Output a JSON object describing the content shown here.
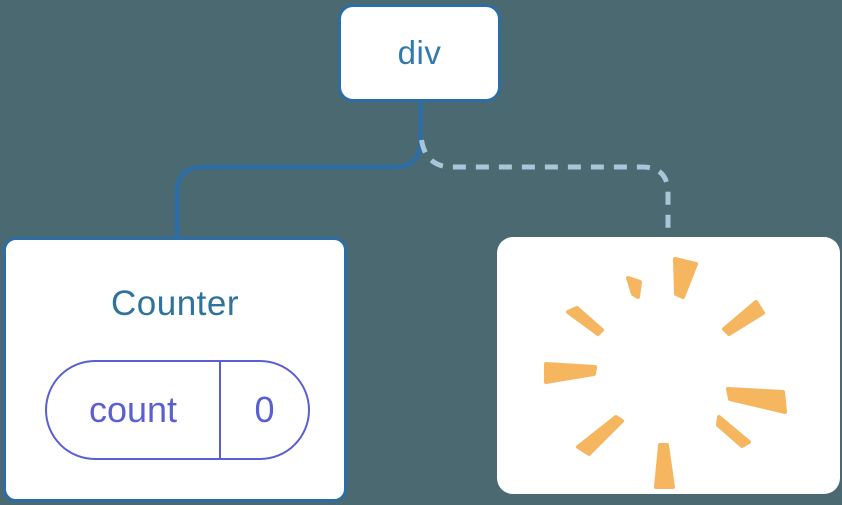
{
  "diagram": {
    "description": "component-tree-diagram",
    "background_color": "#4B6971",
    "root": {
      "label": "div"
    },
    "counter": {
      "title": "Counter",
      "state": {
        "name": "count",
        "value": "0"
      }
    },
    "removed": {
      "icon": "poof-starburst"
    },
    "colors": {
      "node_border": "#2B6DA4",
      "node_background": "#FFFFFF",
      "root_label": "#327AAE",
      "counter_title": "#2F739C",
      "state_pill": "#5A5FD1",
      "solid_connector": "#2B6DA4",
      "dashed_connector": "#A9C5DA",
      "poof": "#F6B660"
    }
  }
}
